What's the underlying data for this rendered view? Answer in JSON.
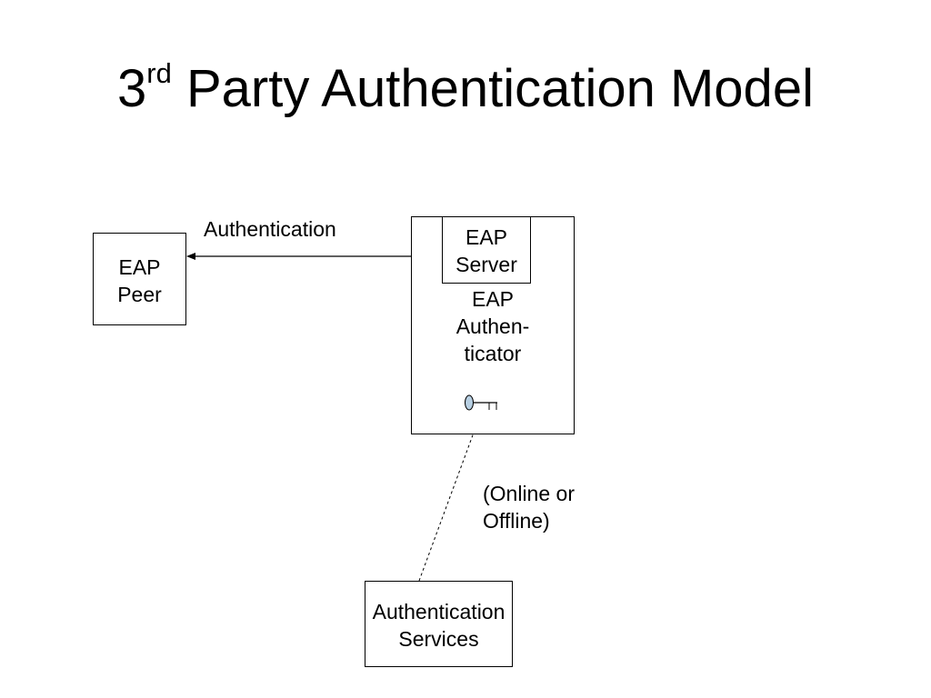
{
  "slide": {
    "title_prefix": "3",
    "title_superscript": "rd",
    "title_rest": " Party Authentication Model"
  },
  "diagram": {
    "peer": {
      "line1": "EAP",
      "line2": "Peer"
    },
    "server": {
      "line1": "EAP",
      "line2": "Server"
    },
    "authenticator": {
      "line1": "EAP",
      "line2": "Authen-",
      "line3": "ticator"
    },
    "services": {
      "line1": "Authentication",
      "line2": "Services"
    },
    "auth_link_label": "Authentication",
    "mode_label": {
      "line1": "(Online or",
      "line2": "Offline)"
    },
    "key_icon": "key-icon",
    "colors": {
      "line": "#000000",
      "key_fill": "#b7cfe2"
    }
  }
}
